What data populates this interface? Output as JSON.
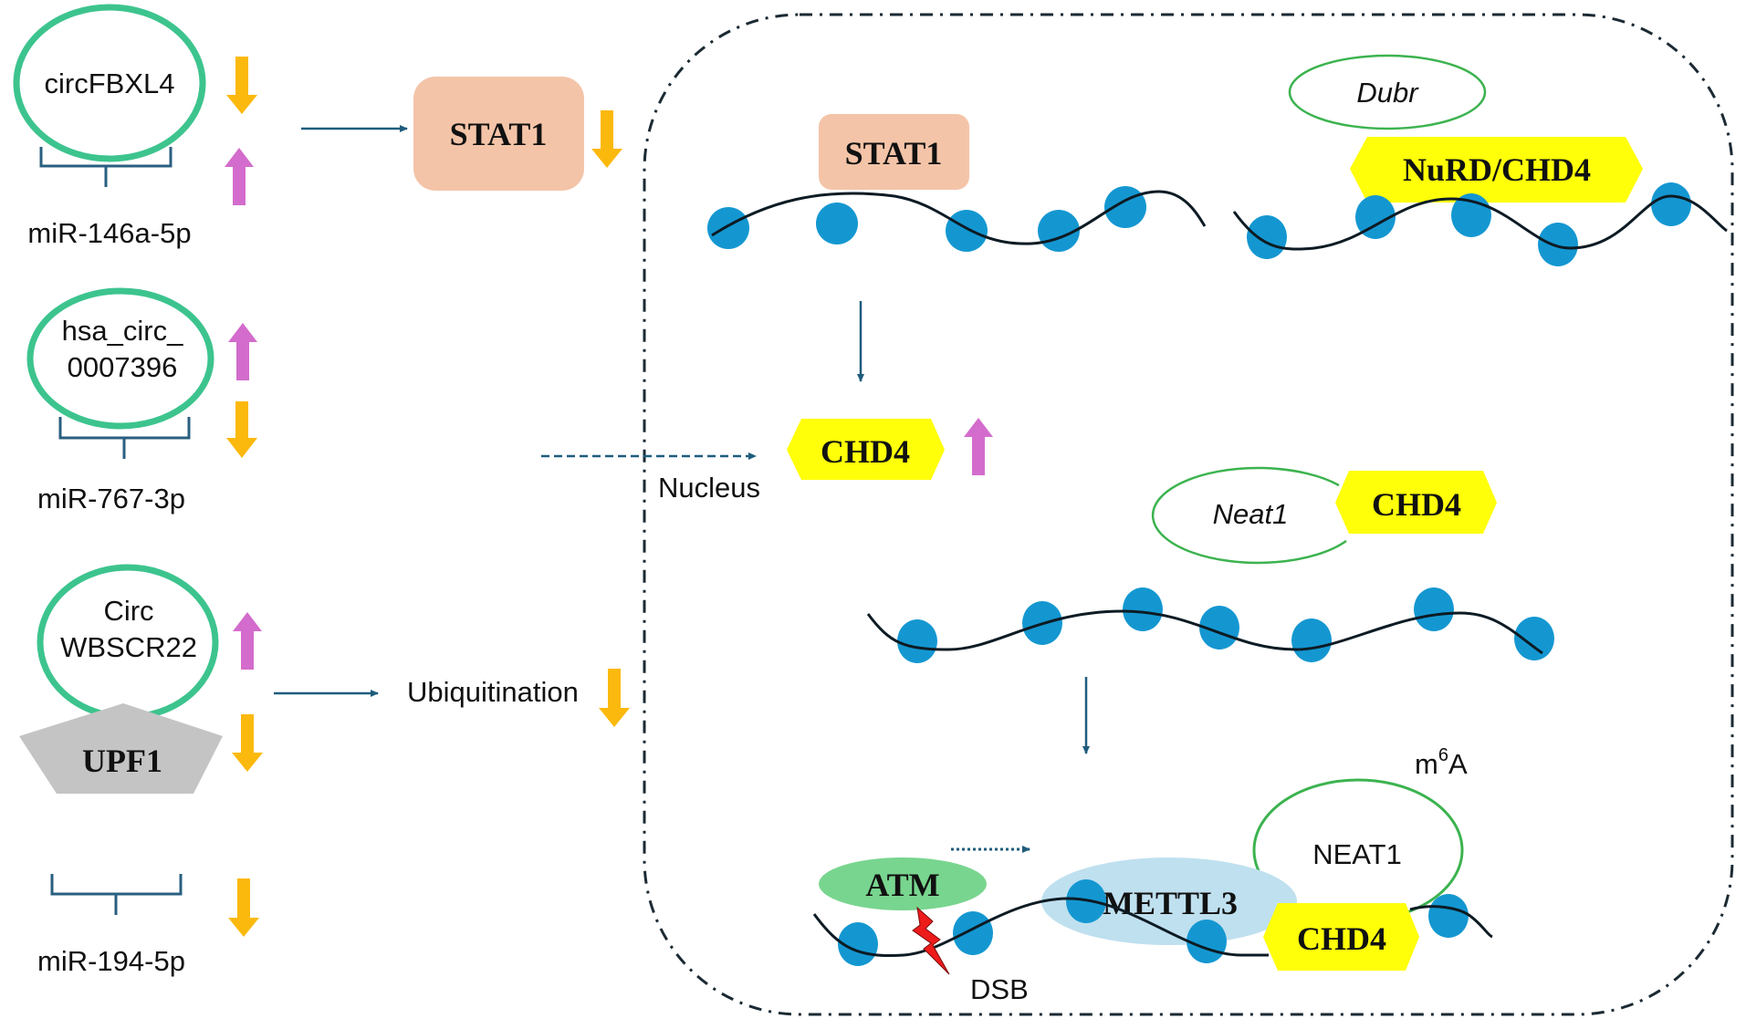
{
  "title": "CHD4 regulatory network by non-coding RNAs",
  "colors": {
    "circ_ring": "#3dc48e",
    "inhibit_line": "#2a5f80",
    "arrow": "#1f5c7d",
    "down_arrow": "#fbb90e",
    "up_arrow": "#d36ccc",
    "stat1_fill": "#f4c4a8",
    "chd4_fill": "#ffff0a",
    "nucleosome": "#1497d1",
    "dna": "#0d1b24",
    "upf1_fill": "#c4c4c4",
    "mettl3_fill": "#bfe0ef",
    "atm_fill": "#78d58f",
    "lncrna_ring": "#3cb34f",
    "dsb": "#ee1b1b",
    "nucleus_border": "#1b2a33"
  },
  "left": {
    "circ1": {
      "name": "circFBXL4",
      "mirna": "miR-146a-5p",
      "circ_change": "down",
      "mirna_change": "up"
    },
    "circ2": {
      "line1": "hsa_circ_",
      "line2": "0007396",
      "mirna": "miR-767-3p",
      "circ_change": "up",
      "mirna_change": "down"
    },
    "circ3": {
      "line1": "Circ",
      "line2": "WBSCR22",
      "partner": "UPF1",
      "circ_change": "up",
      "partner_change": "down"
    },
    "mirna4": {
      "mirna": "miR-194-5p",
      "change": "down"
    }
  },
  "middle": {
    "stat1": "STAT1",
    "stat1_change": "down",
    "ubiquitination": "Ubiquitination",
    "ubiquitination_change": "down",
    "nucleus_label": "Nucleus"
  },
  "nucleus": {
    "stat1_bound": "STAT1",
    "chd4_main": "CHD4",
    "chd4_change": "up",
    "dubr": "Dubr",
    "nurd": "NuRD/CHD4",
    "neat1_lower": "Neat1",
    "chd4_neat1": "CHD4",
    "m6a_base": "m",
    "m6a_sup": "6",
    "m6a_tail": "A",
    "neat1_upper": "NEAT1",
    "mettl3": "METTL3",
    "atm": "ATM",
    "chd4_bottom": "CHD4",
    "dsb": "DSB"
  }
}
